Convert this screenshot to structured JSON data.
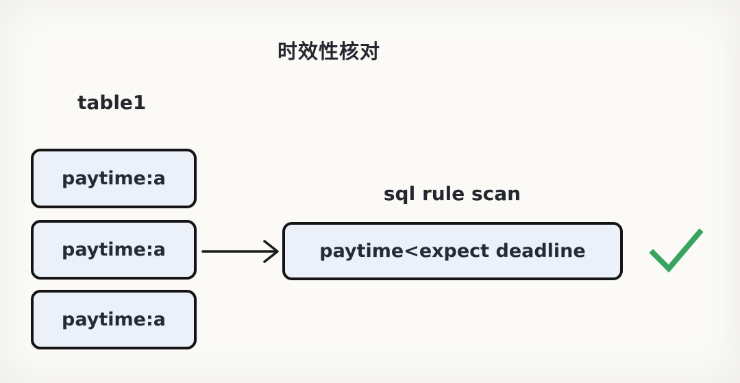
{
  "diagram": {
    "title": "时效性核对",
    "table": {
      "label": "table1",
      "rows": [
        {
          "label": "paytime:a"
        },
        {
          "label": "paytime:a"
        },
        {
          "label": "paytime:a"
        }
      ]
    },
    "scan": {
      "label": "sql rule scan",
      "rule": "paytime<expect deadline"
    },
    "result": {
      "icon": "checkmark-icon",
      "meaning": "pass"
    },
    "colors": {
      "background": "#fbfaf7",
      "box_fill": "#ecf1f9",
      "box_border": "#141414",
      "text": "#24272e",
      "arrow": "#1a1a1a",
      "check_green": "#37a35f"
    }
  }
}
